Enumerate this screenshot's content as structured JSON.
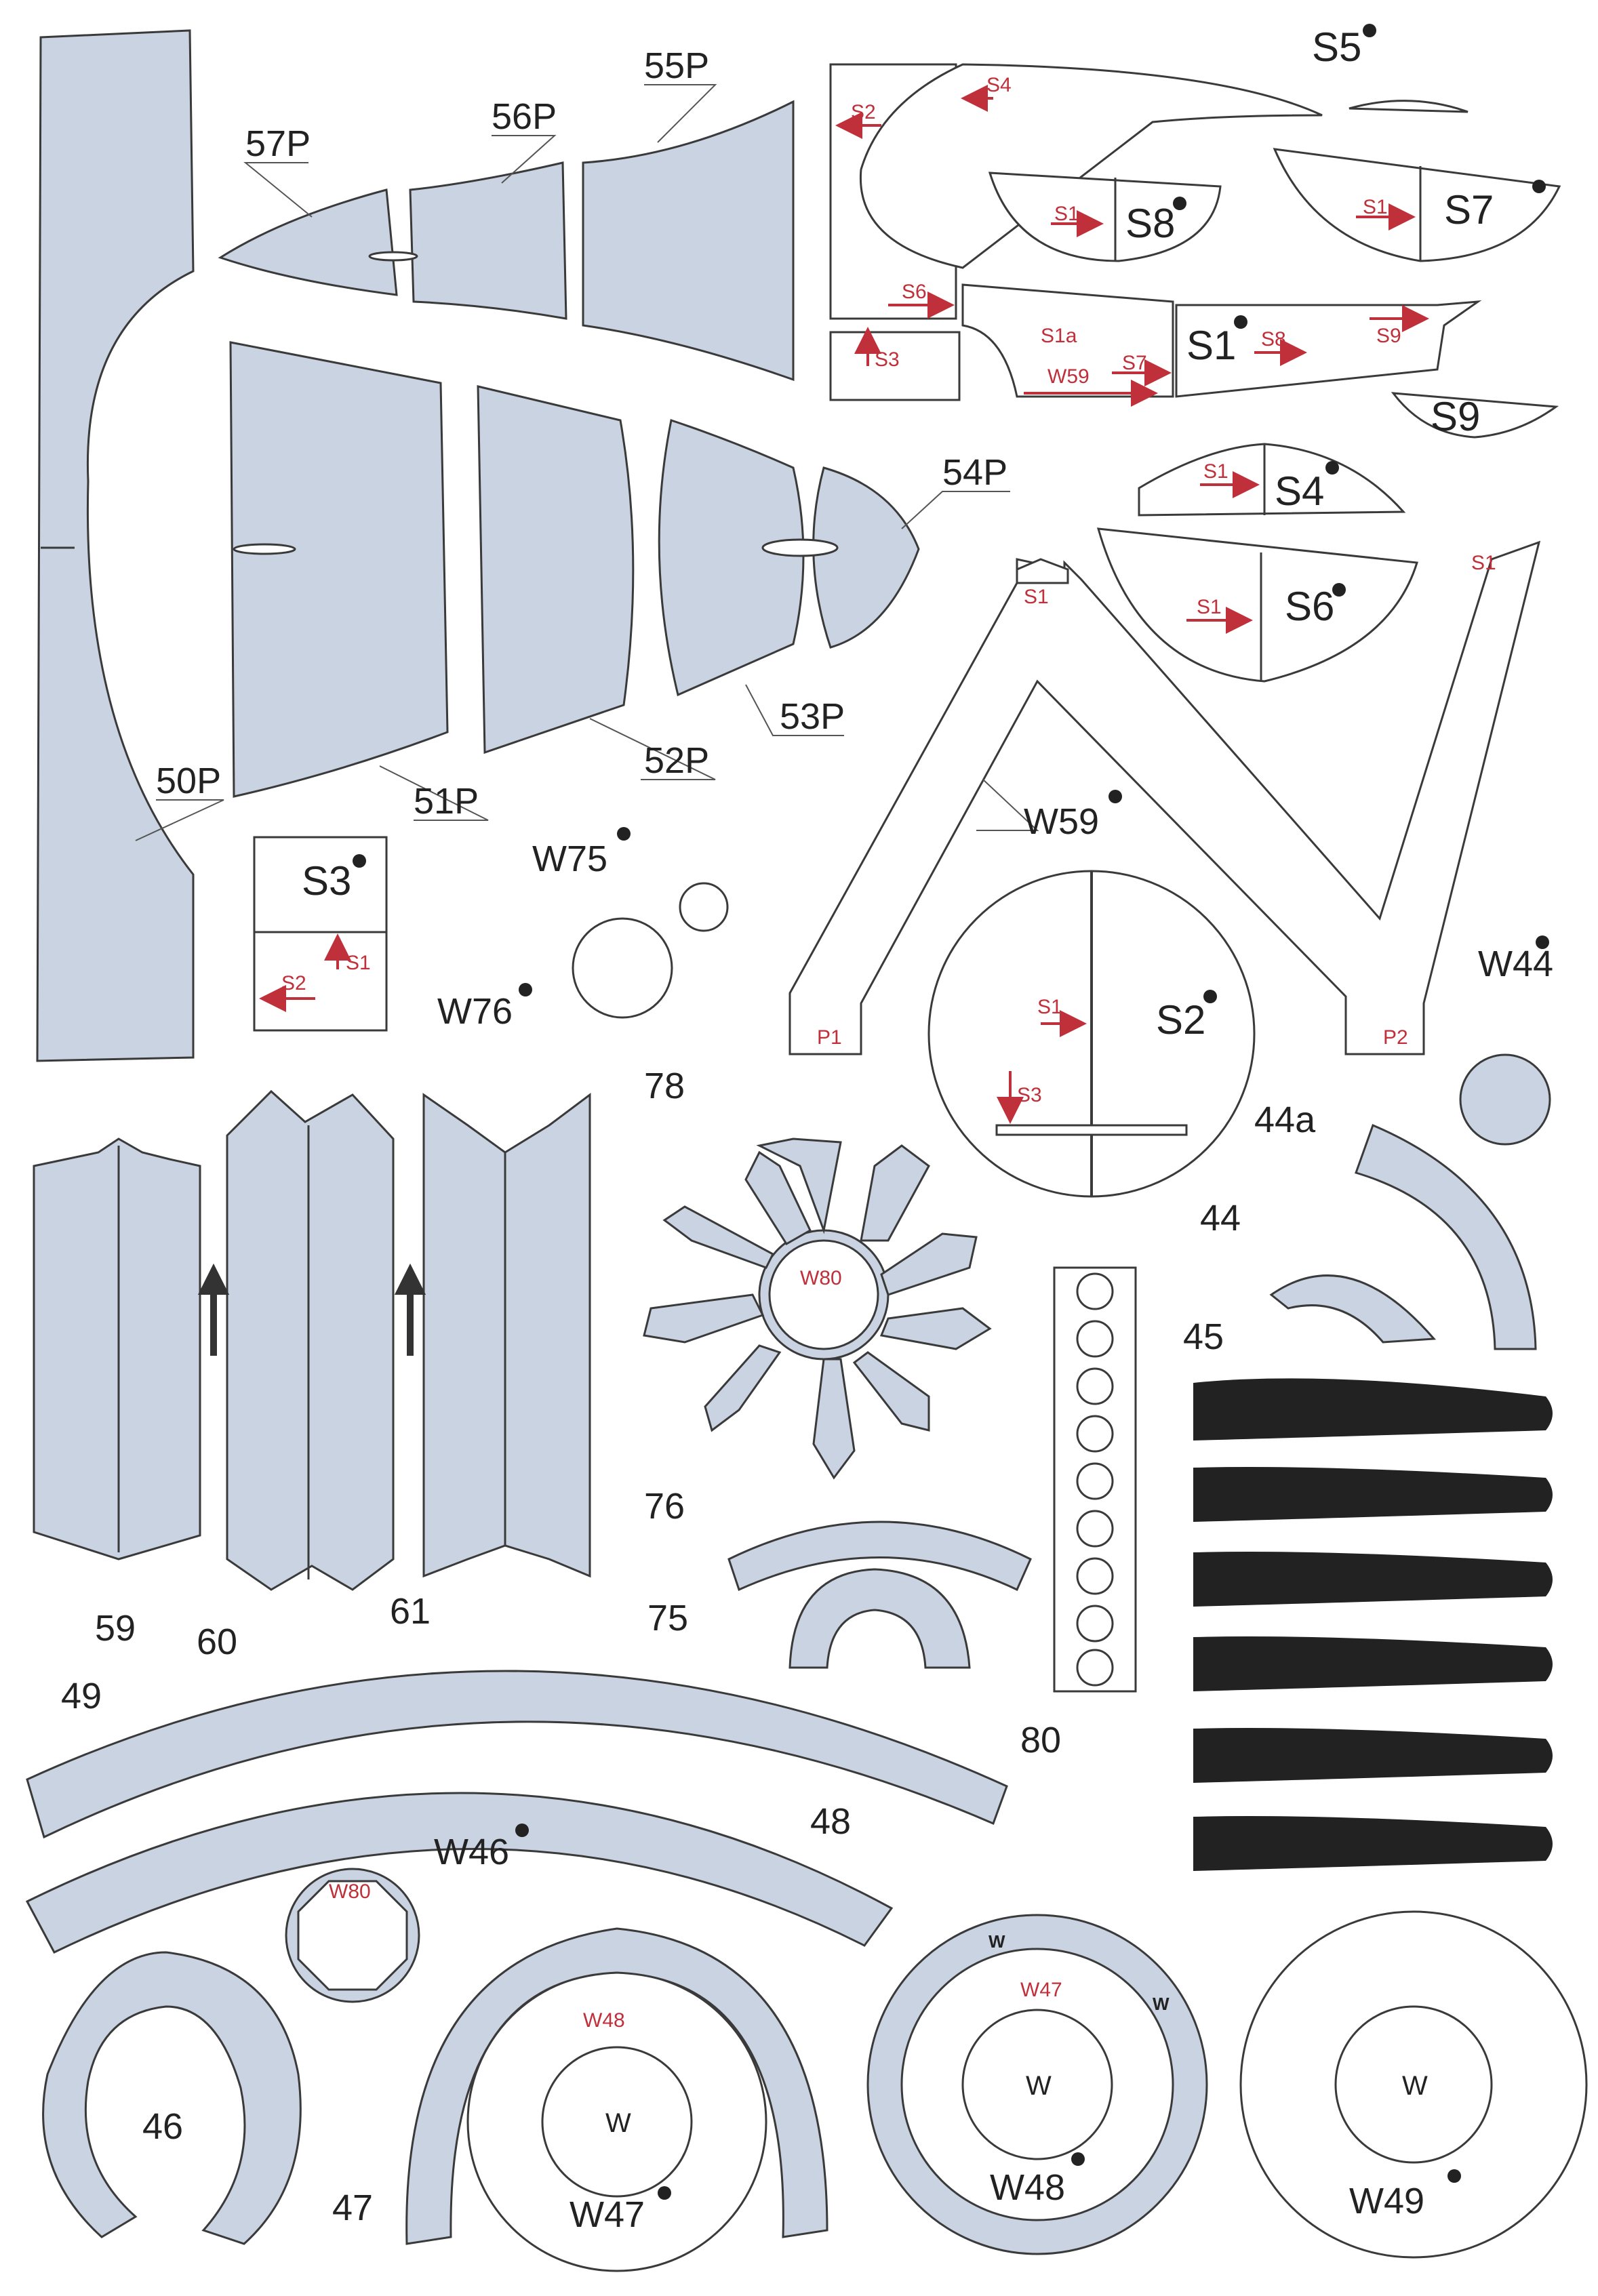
{
  "colors": {
    "part_fill": "#c9d3e1",
    "outline": "#3a3a3a",
    "marker": "#c0303a",
    "ink": "#222222",
    "blade": "#222222"
  },
  "labels": {
    "p57": "57P",
    "p56": "56P",
    "p55": "55P",
    "p54": "54P",
    "p53": "53P",
    "p52": "52P",
    "p51": "51P",
    "p50": "50P",
    "s5": "S5",
    "s8": "S8",
    "s7": "S7",
    "s1": "S1",
    "s9": "S9",
    "s4": "S4",
    "s6": "S6",
    "s3": "S3",
    "s2": "S2",
    "w75": "W75",
    "w76": "W76",
    "w59": "W59",
    "w44": "W44",
    "w46": "W46",
    "w47": "W47",
    "w48": "W48",
    "w49": "W49",
    "n78": "78",
    "n44a": "44a",
    "n44": "44",
    "n45": "45",
    "n76": "76",
    "n75": "75",
    "n80": "80",
    "n59": "59",
    "n60": "60",
    "n61": "61",
    "n49": "49",
    "n48": "48",
    "n46": "46",
    "n47": "47"
  },
  "markers": {
    "s1": "S1",
    "s1a": "S1a",
    "s2": "S2",
    "s3": "S3",
    "s4": "S4",
    "s6": "S6",
    "s7": "S7",
    "s8": "S8",
    "s9": "S9",
    "w59": "W59",
    "w80": "W80",
    "w48": "W48",
    "w47": "W47",
    "p1": "P1",
    "p2": "P2"
  },
  "wheel_text": {
    "w": "W",
    "w_small": "W"
  }
}
